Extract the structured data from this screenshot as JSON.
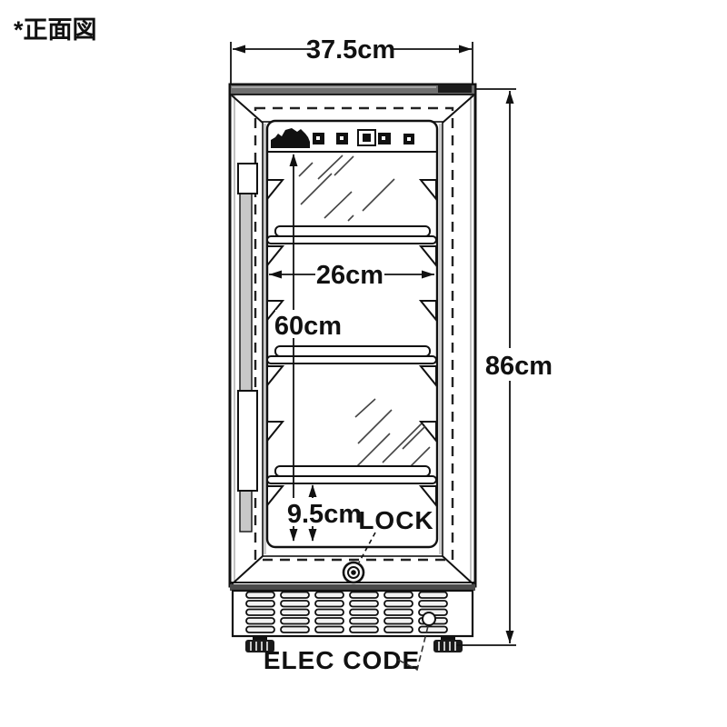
{
  "title": "*正面図",
  "labels": {
    "width": "37.5cm",
    "height": "86cm",
    "inner_width": "26cm",
    "inner_height": "60cm",
    "bottom_gap": "9.5cm",
    "lock": "LOCK",
    "elec_code": "ELEC CODE"
  },
  "diagram": {
    "type": "technical-drawing",
    "subject": "glass-door beverage refrigerator front view",
    "shelf_count": 3,
    "vent_columns": 6,
    "vent_rows": 5
  },
  "colors": {
    "line": "#111111",
    "top_band": "#6e6e6e",
    "top_band_dark": "#1c1c1c",
    "handle_gray": "#c8c8c8",
    "hatch": "#444444",
    "background": "#ffffff"
  }
}
